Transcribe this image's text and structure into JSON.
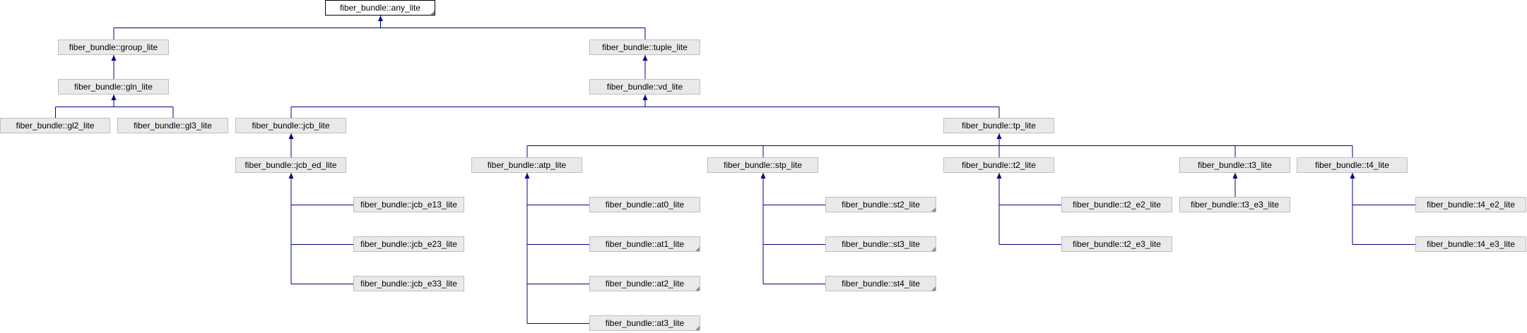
{
  "diagram": {
    "nodes": [
      {
        "id": "any",
        "label": "fiber_bundle::any_lite"
      },
      {
        "id": "group",
        "label": "fiber_bundle::group_lite"
      },
      {
        "id": "tuple",
        "label": "fiber_bundle::tuple_lite"
      },
      {
        "id": "gln",
        "label": "fiber_bundle::gln_lite"
      },
      {
        "id": "vd",
        "label": "fiber_bundle::vd_lite"
      },
      {
        "id": "gl2",
        "label": "fiber_bundle::gl2_lite"
      },
      {
        "id": "gl3",
        "label": "fiber_bundle::gl3_lite"
      },
      {
        "id": "jcb",
        "label": "fiber_bundle::jcb_lite"
      },
      {
        "id": "tp",
        "label": "fiber_bundle::tp_lite"
      },
      {
        "id": "jcb_ed",
        "label": "fiber_bundle::jcb_ed_lite"
      },
      {
        "id": "atp",
        "label": "fiber_bundle::atp_lite"
      },
      {
        "id": "stp",
        "label": "fiber_bundle::stp_lite"
      },
      {
        "id": "t2",
        "label": "fiber_bundle::t2_lite"
      },
      {
        "id": "t3",
        "label": "fiber_bundle::t3_lite"
      },
      {
        "id": "t4",
        "label": "fiber_bundle::t4_lite"
      },
      {
        "id": "jcb_e13",
        "label": "fiber_bundle::jcb_e13_lite"
      },
      {
        "id": "jcb_e23",
        "label": "fiber_bundle::jcb_e23_lite"
      },
      {
        "id": "jcb_e33",
        "label": "fiber_bundle::jcb_e33_lite"
      },
      {
        "id": "at0",
        "label": "fiber_bundle::at0_lite"
      },
      {
        "id": "at1",
        "label": "fiber_bundle::at1_lite"
      },
      {
        "id": "at2",
        "label": "fiber_bundle::at2_lite"
      },
      {
        "id": "at3",
        "label": "fiber_bundle::at3_lite"
      },
      {
        "id": "st2",
        "label": "fiber_bundle::st2_lite"
      },
      {
        "id": "st3",
        "label": "fiber_bundle::st3_lite"
      },
      {
        "id": "st4",
        "label": "fiber_bundle::st4_lite"
      },
      {
        "id": "t2_e2",
        "label": "fiber_bundle::t2_e2_lite"
      },
      {
        "id": "t2_e3",
        "label": "fiber_bundle::t2_e3_lite"
      },
      {
        "id": "t3_e3",
        "label": "fiber_bundle::t3_e3_lite"
      },
      {
        "id": "t4_e2",
        "label": "fiber_bundle::t4_e2_lite"
      },
      {
        "id": "t4_e3",
        "label": "fiber_bundle::t4_e3_lite"
      }
    ],
    "edges": [
      {
        "from": "group",
        "to": "any"
      },
      {
        "from": "tuple",
        "to": "any"
      },
      {
        "from": "gln",
        "to": "group"
      },
      {
        "from": "vd",
        "to": "tuple"
      },
      {
        "from": "gl2",
        "to": "gln"
      },
      {
        "from": "gl3",
        "to": "gln"
      },
      {
        "from": "jcb",
        "to": "vd"
      },
      {
        "from": "tp",
        "to": "vd"
      },
      {
        "from": "jcb_ed",
        "to": "jcb"
      },
      {
        "from": "atp",
        "to": "tp"
      },
      {
        "from": "stp",
        "to": "tp"
      },
      {
        "from": "t2",
        "to": "tp"
      },
      {
        "from": "t3",
        "to": "tp"
      },
      {
        "from": "t4",
        "to": "tp"
      },
      {
        "from": "jcb_e13",
        "to": "jcb_ed"
      },
      {
        "from": "jcb_e23",
        "to": "jcb_ed"
      },
      {
        "from": "jcb_e33",
        "to": "jcb_ed"
      },
      {
        "from": "at0",
        "to": "atp"
      },
      {
        "from": "at1",
        "to": "atp"
      },
      {
        "from": "at2",
        "to": "atp"
      },
      {
        "from": "at3",
        "to": "atp"
      },
      {
        "from": "st2",
        "to": "stp"
      },
      {
        "from": "st3",
        "to": "stp"
      },
      {
        "from": "st4",
        "to": "stp"
      },
      {
        "from": "t2_e2",
        "to": "t2"
      },
      {
        "from": "t2_e3",
        "to": "t2"
      },
      {
        "from": "t3_e3",
        "to": "t3"
      },
      {
        "from": "t4_e2",
        "to": "t4"
      },
      {
        "from": "t4_e3",
        "to": "t4"
      }
    ],
    "colors": {
      "edge": "#00008b",
      "node_fill": "#e9e9e9",
      "node_border": "#bfbfbf",
      "root_fill": "#ffffff",
      "root_border": "#000000"
    }
  }
}
